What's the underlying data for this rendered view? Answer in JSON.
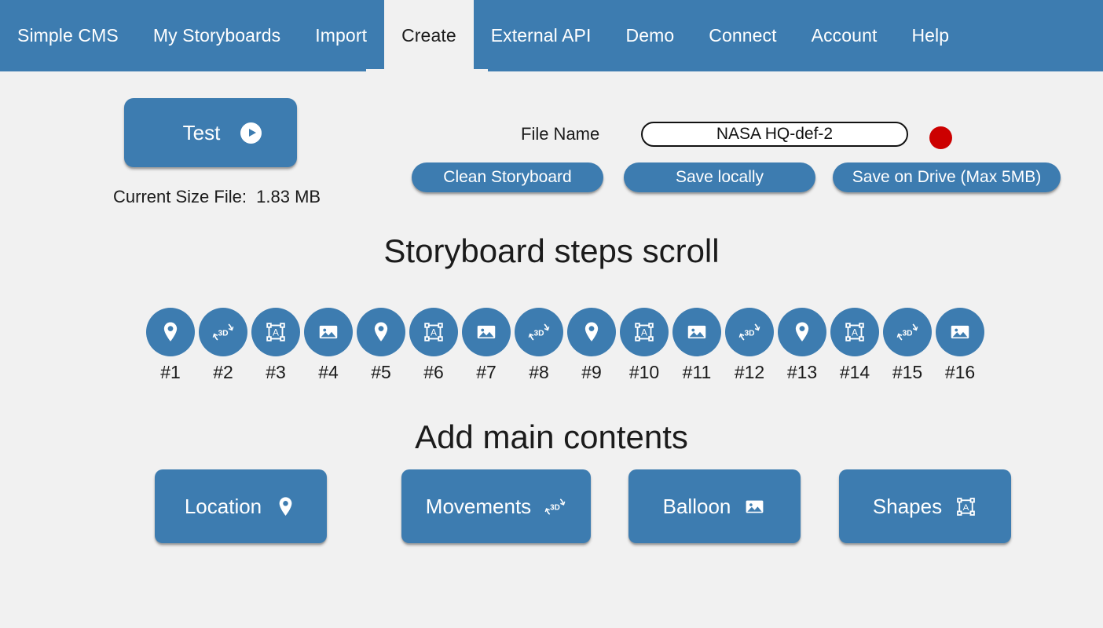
{
  "theme": {
    "brand_blue": "#3d7cb0",
    "page_background": "#f1f1f1",
    "record_dot": "#cc0000",
    "text_dark": "#1b1b1b",
    "text_light": "#ffffff"
  },
  "navbar": {
    "tabs": [
      {
        "label": "Simple CMS",
        "active": false
      },
      {
        "label": "My Storyboards",
        "active": false
      },
      {
        "label": "Import",
        "active": false
      },
      {
        "label": "Create",
        "active": true
      },
      {
        "label": "External API",
        "active": false
      },
      {
        "label": "Demo",
        "active": false
      },
      {
        "label": "Connect",
        "active": false
      },
      {
        "label": "Account",
        "active": false
      },
      {
        "label": "Help",
        "active": false
      }
    ]
  },
  "toolbar": {
    "test_label": "Test",
    "test_icon": "play-icon",
    "current_size_label": "Current Size File:  1.83 MB",
    "current_size_value": "1.83 MB",
    "file_name_label": "File Name",
    "file_name_value": "NASA HQ-def-2",
    "file_name_placeholder": "File Name",
    "record_indicator": "record-dot",
    "clean_storyboard_label": "Clean Storyboard",
    "save_locally_label": "Save locally",
    "save_on_drive_label": "Save on Drive (Max 5MB)"
  },
  "steps_section": {
    "title": "Storyboard steps scroll",
    "steps": [
      {
        "label": "#1",
        "icon": "location-pin-icon"
      },
      {
        "label": "#2",
        "icon": "rotate-3d-icon"
      },
      {
        "label": "#3",
        "icon": "shapes-frame-icon"
      },
      {
        "label": "#4",
        "icon": "image-icon"
      },
      {
        "label": "#5",
        "icon": "location-pin-icon"
      },
      {
        "label": "#6",
        "icon": "shapes-frame-icon"
      },
      {
        "label": "#7",
        "icon": "image-icon"
      },
      {
        "label": "#8",
        "icon": "rotate-3d-icon"
      },
      {
        "label": "#9",
        "icon": "location-pin-icon"
      },
      {
        "label": "#10",
        "icon": "shapes-frame-icon"
      },
      {
        "label": "#11",
        "icon": "image-icon"
      },
      {
        "label": "#12",
        "icon": "rotate-3d-icon"
      },
      {
        "label": "#13",
        "icon": "location-pin-icon"
      },
      {
        "label": "#14",
        "icon": "shapes-frame-icon"
      },
      {
        "label": "#15",
        "icon": "rotate-3d-icon"
      },
      {
        "label": "#16",
        "icon": "image-icon"
      }
    ]
  },
  "contents_section": {
    "title": "Add main contents",
    "buttons": [
      {
        "label": "Location",
        "icon": "location-pin-icon"
      },
      {
        "label": "Movements",
        "icon": "rotate-3d-icon"
      },
      {
        "label": "Balloon",
        "icon": "image-icon"
      },
      {
        "label": "Shapes",
        "icon": "shapes-frame-icon"
      }
    ]
  }
}
